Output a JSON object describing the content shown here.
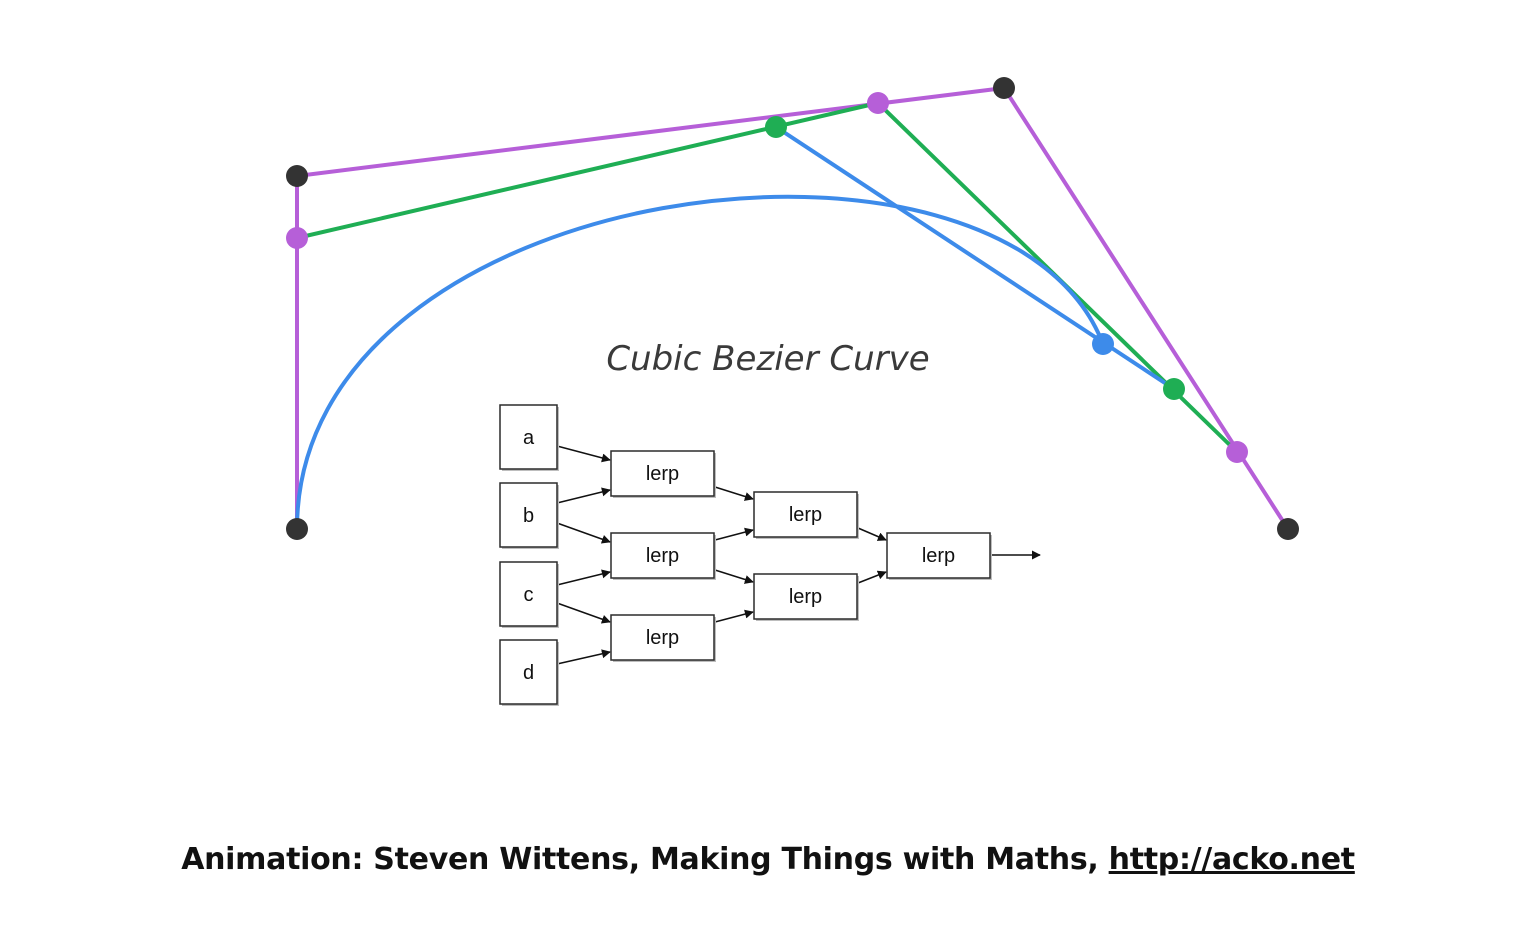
{
  "title": "Cubic Bezier Curve",
  "colors": {
    "control_polygon": "#b65fd8",
    "second_level": "#1fae54",
    "curve": "#3d8bea",
    "control_point": "#333333",
    "arrow": "#111111"
  },
  "graph": {
    "inputs": [
      "a",
      "b",
      "c",
      "d"
    ],
    "level1": [
      "lerp",
      "lerp",
      "lerp"
    ],
    "level2": [
      "lerp",
      "lerp"
    ],
    "level3": [
      "lerp"
    ]
  },
  "caption": {
    "text": "Animation: Steven Wittens, Making Things with Maths, ",
    "link": "http://acko.net"
  }
}
